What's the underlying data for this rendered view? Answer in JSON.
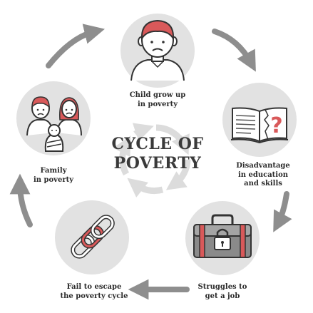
{
  "title": {
    "line1": "CYCLE OF",
    "line2": "POVERTY"
  },
  "stages": [
    {
      "line1": "Child grow up",
      "line2": "in poverty",
      "icon": "child-face-icon"
    },
    {
      "line1": "Disadvantage",
      "line2": "in education",
      "line3": "and skills",
      "icon": "open-book-question-icon"
    },
    {
      "line1": "Struggles to",
      "line2": "get a job",
      "icon": "briefcase-lock-icon"
    },
    {
      "line1": "Fail to escape",
      "line2": "the poverty cycle",
      "icon": "chain-links-icon"
    },
    {
      "line1": "Family",
      "line2": "in poverty",
      "icon": "family-icon"
    }
  ],
  "colors": {
    "accent": "#d9595a",
    "circle_fill": "#e2e2e2",
    "arrow": "#8e8e8e",
    "outline": "#333333",
    "center_arrows": "#dcdcdc"
  }
}
